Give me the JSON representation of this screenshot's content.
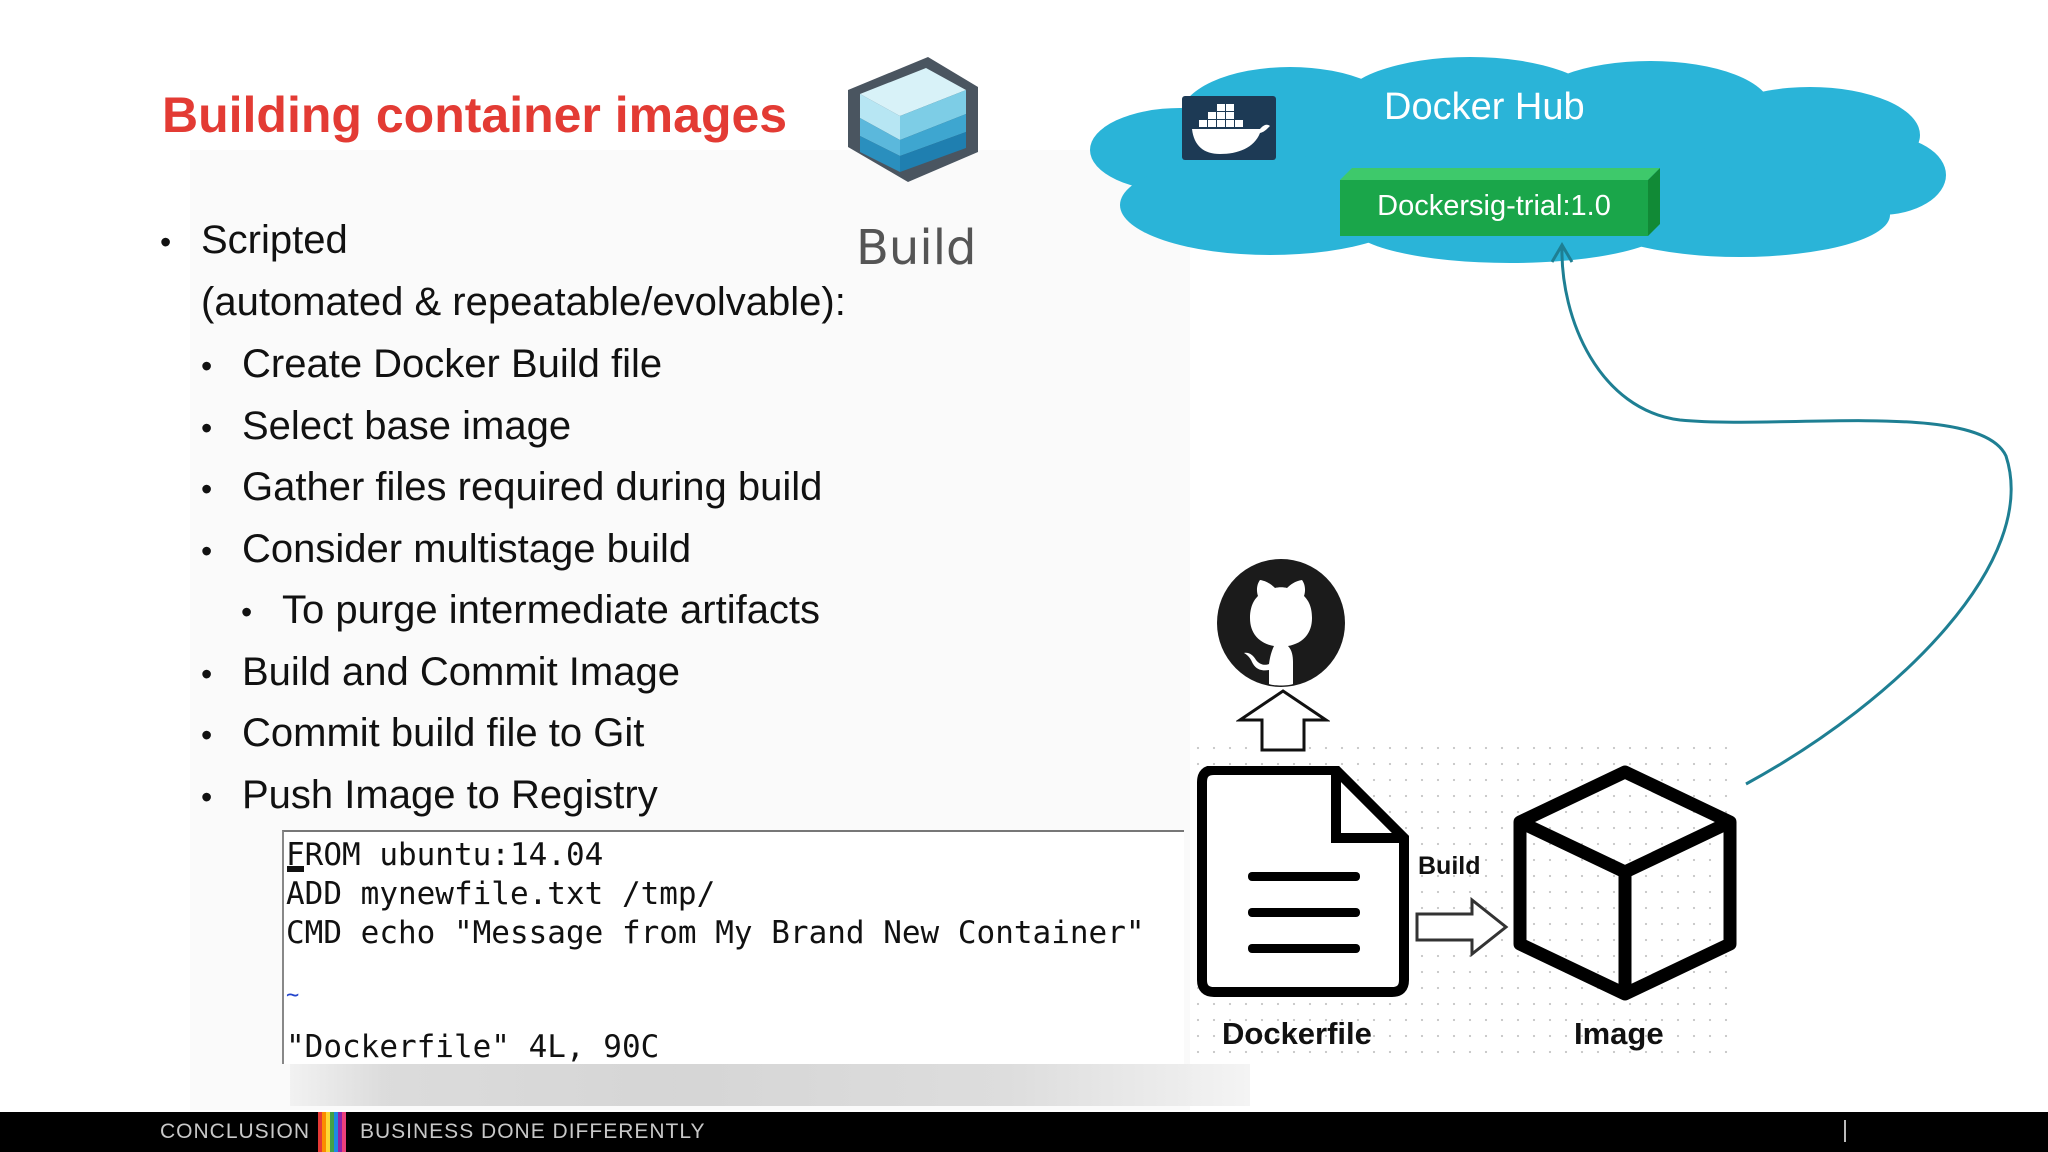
{
  "slide": {
    "title": "Building container images",
    "build_icon_caption": "Build",
    "bullets": [
      {
        "level": 1,
        "text": "Scripted"
      },
      {
        "level": 1,
        "text": "(automated & repeatable/evolvable):",
        "continuation": true
      },
      {
        "level": 2,
        "text": "Create Docker Build file"
      },
      {
        "level": 2,
        "text": "Select base image"
      },
      {
        "level": 2,
        "text": "Gather files required during build"
      },
      {
        "level": 2,
        "text": "Consider multistage build"
      },
      {
        "level": 3,
        "text": "To purge intermediate artifacts"
      },
      {
        "level": 2,
        "text": "Build and Commit Image"
      },
      {
        "level": 2,
        "text": "Commit build file to Git"
      },
      {
        "level": 2,
        "text": "Push Image to Registry"
      }
    ],
    "bullet_glyph": "•"
  },
  "code": {
    "lines": [
      "FROM ubuntu:14.04",
      "ADD mynewfile.txt /tmp/",
      "CMD echo \"Message from My Brand New Container\""
    ],
    "tilde": "~",
    "status": "\"Dockerfile\" 4L, 90C"
  },
  "diagram": {
    "hub_title": "Docker Hub",
    "image_tag": "Dockersig-trial:1.0",
    "dockerfile_label": "Dockerfile",
    "image_label": "Image",
    "build_arrow_label": "Build",
    "icons": [
      "docker-whale-icon",
      "github-icon",
      "document-icon",
      "cube-icon",
      "up-arrow-icon",
      "right-arrow-icon"
    ],
    "colors": {
      "cloud": "#2ab4d8",
      "tag": "#1aa64a",
      "connector": "#1e7f93",
      "title": "#e33b34"
    }
  },
  "footer": {
    "left": "CONCLUSION",
    "right": "BUSINESS DONE DIFFERENTLY"
  }
}
